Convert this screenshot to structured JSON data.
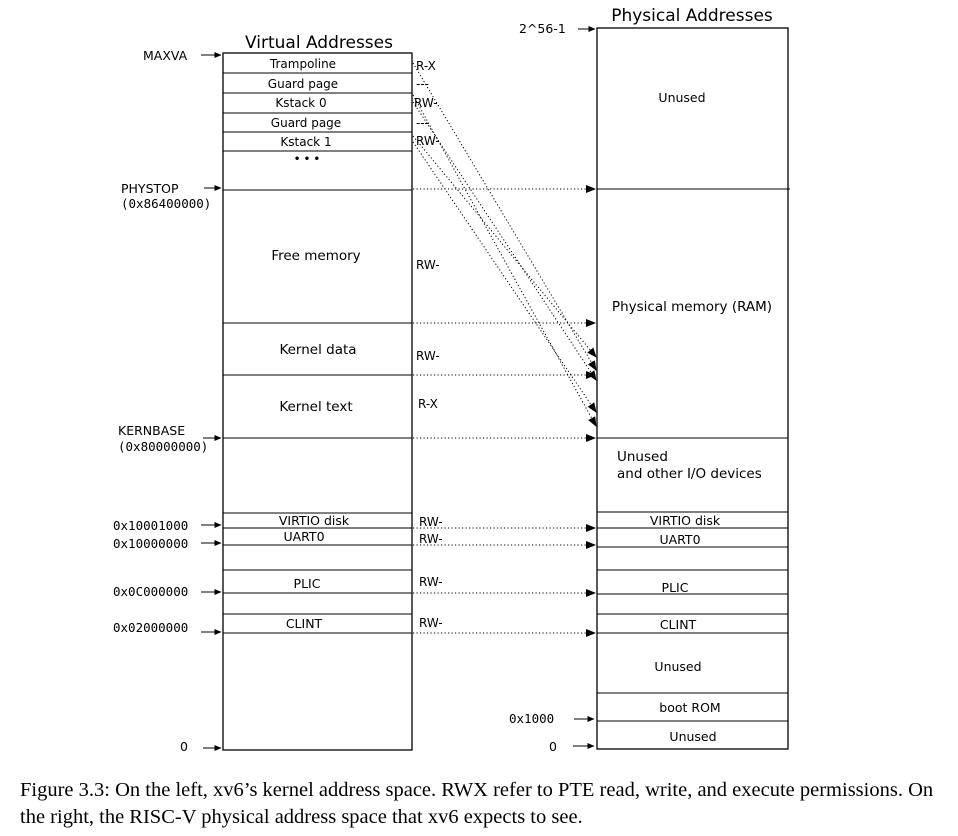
{
  "virtual": {
    "title": "Virtual Addresses",
    "regions": [
      "Trampoline",
      "Guard page",
      "Kstack 0",
      "Guard page",
      "Kstack 1",
      "• • •",
      "Free memory",
      "Kernel data",
      "Kernel text",
      "VIRTIO disk",
      "UART0",
      "PLIC",
      "CLINT"
    ],
    "perms": [
      "R-X",
      "---",
      "RW-",
      "---",
      "RW-",
      "RW-",
      "RW-",
      "R-X",
      "RW-",
      "RW-",
      "RW-",
      "RW-"
    ],
    "addresses": [
      "MAXVA",
      "PHYSTOP",
      "(0x86400000)",
      "KERNBASE",
      "(0x80000000)",
      "0x10001000",
      "0x10000000",
      "0x0C000000",
      "0x02000000",
      "0"
    ]
  },
  "physical": {
    "title": "Physical Addresses",
    "regions": [
      "Unused",
      "Physical memory (RAM)",
      "Unused",
      "and other I/O devices",
      "VIRTIO disk",
      "UART0",
      "PLIC",
      "CLINT",
      "Unused",
      "boot ROM",
      "Unused"
    ],
    "addresses": [
      "2^56-1",
      "0x1000",
      "0"
    ]
  },
  "caption": {
    "label": "Figure 3.3:",
    "text": "On the left, xv6’s kernel address space. RWX refer to PTE read, write, and execute permissions. On the right, the RISC-V physical address space that xv6 expects to see."
  }
}
